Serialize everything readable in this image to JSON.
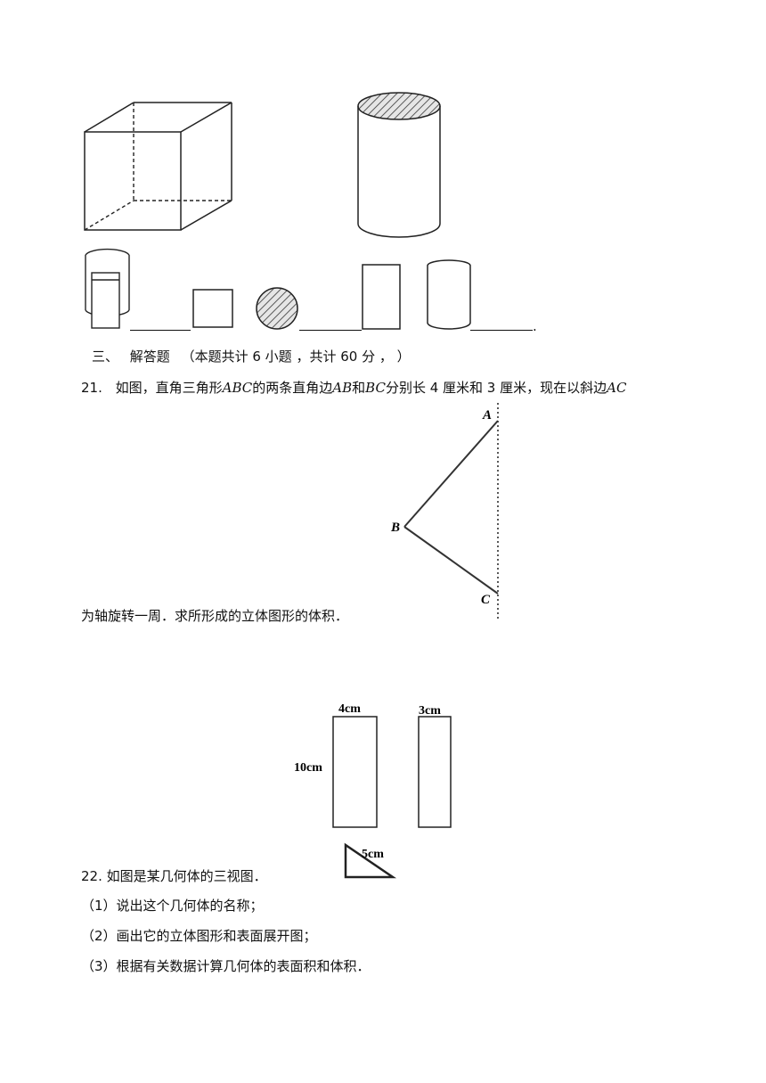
{
  "top_shapes": {
    "cube": "cube",
    "cylinder": "cylinder"
  },
  "view_row": {
    "period": "."
  },
  "section_three": {
    "label": "三、",
    "title": "解答题",
    "note": "（本题共计  6  小题 ，共计 60 分 ，   ）"
  },
  "q21": {
    "number": "21.",
    "text_a": "如图，直角三角形",
    "abc": "ABC",
    "text_b": "的两条直角边",
    "ab": "AB",
    "text_c": "和",
    "bc": "BC",
    "text_d": "分别长 4 厘米和 3 厘米，现在以斜边",
    "ac": "AC",
    "text_e": "为轴旋转一周．求所形成的立体图形的体积．",
    "labels": {
      "a": "A",
      "b": "B",
      "c": "C"
    }
  },
  "q22": {
    "text": "22. 如图是某几何体的三视图．",
    "dim_front_width": "4cm",
    "dim_side_width": "3cm",
    "dim_height": "10cm",
    "dim_hyp": "5cm",
    "items": [
      "（1）说出这个几何体的名称；",
      "（2）画出它的立体图形和表面展开图；",
      "（3）根据有关数据计算几何体的表面积和体积．"
    ]
  }
}
